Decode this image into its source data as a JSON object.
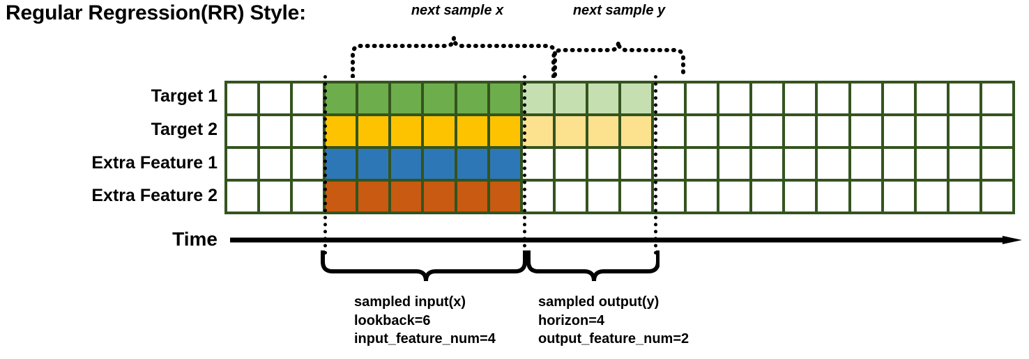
{
  "title": "Regular Regression(RR) Style:",
  "rows": [
    {
      "label": "Target 1",
      "fill": "#6DAD4C",
      "light": "#C5DFB1",
      "has_output": true
    },
    {
      "label": "Target 2",
      "fill": "#FDC300",
      "light": "#FCE18F",
      "has_output": true
    },
    {
      "label": "Extra Feature 1",
      "fill": "#2E77B6",
      "light": "#2E77B6",
      "has_output": false
    },
    {
      "label": "Extra Feature 2",
      "fill": "#C85A12",
      "light": "#C85A12",
      "has_output": false
    }
  ],
  "grid": {
    "columns": 24,
    "lead_blank": 3,
    "input_span": 6,
    "output_span": 4,
    "border_color": "#34541E",
    "empty_color": "#FFFFFF"
  },
  "axis": {
    "label": "Time"
  },
  "top_braces": [
    {
      "caption": "next sample x"
    },
    {
      "caption": "next sample y"
    }
  ],
  "bottom_braces": [
    {
      "caption": "sampled input(x)",
      "line2": "lookback=6",
      "line3": "input_feature_num=4"
    },
    {
      "caption": "sampled output(y)",
      "line2": "horizon=4",
      "line3": "output_feature_num=2"
    }
  ]
}
